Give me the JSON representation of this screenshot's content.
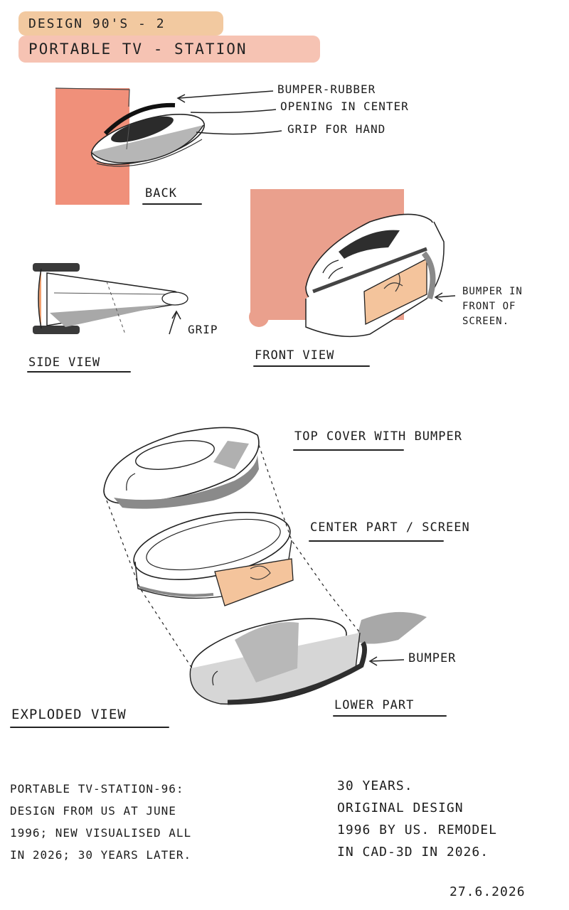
{
  "header": {
    "series_label": "Design 90's - 2",
    "title": "Portable TV - Station"
  },
  "back_view": {
    "label": "Back",
    "callouts": [
      "Bumper-rubber",
      "Opening in center",
      "Grip for hand"
    ]
  },
  "side_view": {
    "label": "Side view",
    "callout": "Grip"
  },
  "front_view": {
    "label": "Front view",
    "callout": "Bumper in\nfront of\nscreen."
  },
  "exploded_view": {
    "label": "Exploded view",
    "parts": [
      "Top cover with bumper",
      "Center part / screen",
      "Bumper",
      "Lower part"
    ]
  },
  "notes": {
    "left": "Portable TV-Station-96:\nDesign from us at June\n1996; new visualised all\nin 2026; 30 years later.",
    "right": "30 years.\nOriginal design\n1996 by us. Remodel\nin CAD-3D in 2026."
  },
  "date": "27.6.2026",
  "colors": {
    "tag_orange": "#f2c9a0",
    "tag_pink": "#f6c3b3",
    "salmon_bg": "#f0907a",
    "salmon_soft": "#eaa08d",
    "screen_peach": "#f4c49c",
    "grey_shade": "#a8a8a8"
  }
}
